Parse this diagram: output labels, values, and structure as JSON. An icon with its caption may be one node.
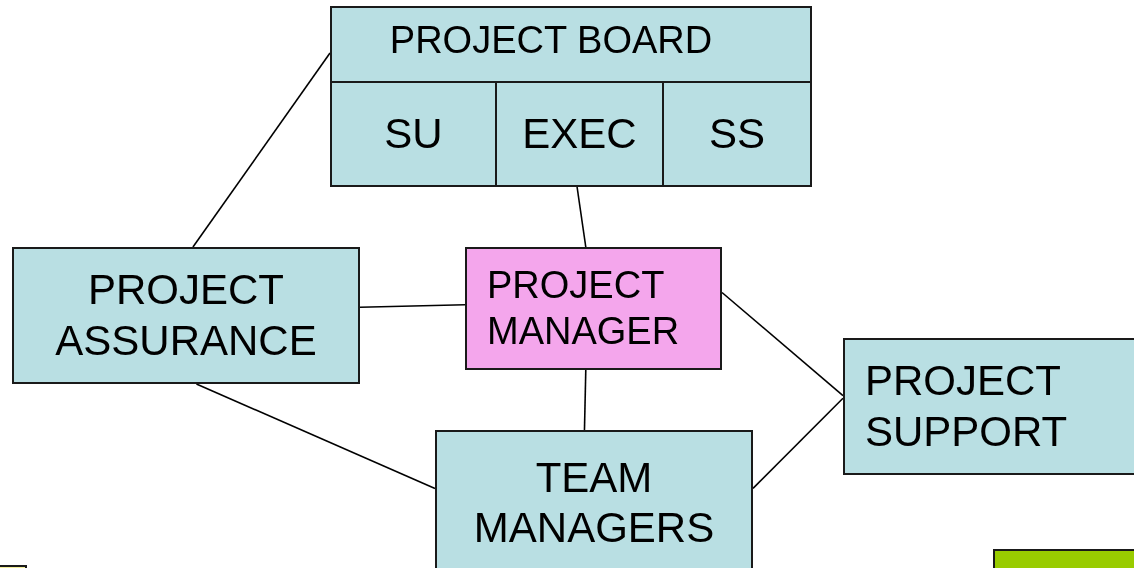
{
  "diagram": {
    "nodes": [
      {
        "text": [
          "PROJECT BOARD"
        ]
      },
      {
        "text": [
          "SU"
        ],
        "in": 0
      },
      {
        "text": [
          "EXEC"
        ],
        "in": 0
      },
      {
        "text": [
          "SS"
        ],
        "in": 0
      },
      {
        "text": [
          "PROJECT ASSURANCE"
        ]
      },
      {
        "text": [
          "PROJECT MANAGER"
        ]
      },
      {
        "text": [
          "PROJECT SUPPORT"
        ]
      },
      {
        "text": [
          "TEAM MANAGERS"
        ]
      },
      {
        "text": [],
        "shape": "box"
      },
      {
        "text": [],
        "shape": "box"
      }
    ],
    "edges": [
      {
        "from": 0,
        "to": 4,
        "arrow": "none"
      },
      {
        "from": 2,
        "to": 5,
        "arrow": "none"
      },
      {
        "from": 4,
        "to": 5,
        "arrow": "none"
      },
      {
        "from": 5,
        "to": 6,
        "arrow": "none"
      },
      {
        "from": 5,
        "to": 7,
        "arrow": "none"
      },
      {
        "from": 4,
        "to": 7,
        "arrow": "none"
      },
      {
        "from": 7,
        "to": 6,
        "arrow": "none"
      }
    ]
  }
}
